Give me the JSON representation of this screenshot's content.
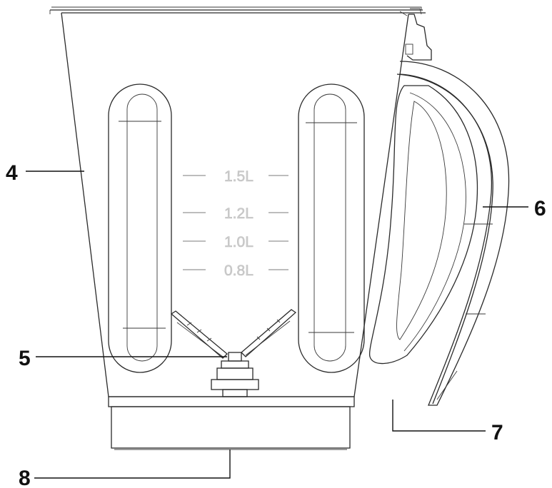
{
  "callouts": {
    "c4": "4",
    "c5": "5",
    "c6": "6",
    "c7": "7",
    "c8": "8"
  },
  "scale_marks": [
    "1.5L",
    "1.2L",
    "1.0L",
    "0.8L"
  ],
  "colors": {
    "line": "#2a2a2a",
    "scale": "#cfcfcf",
    "background": "#ffffff"
  }
}
